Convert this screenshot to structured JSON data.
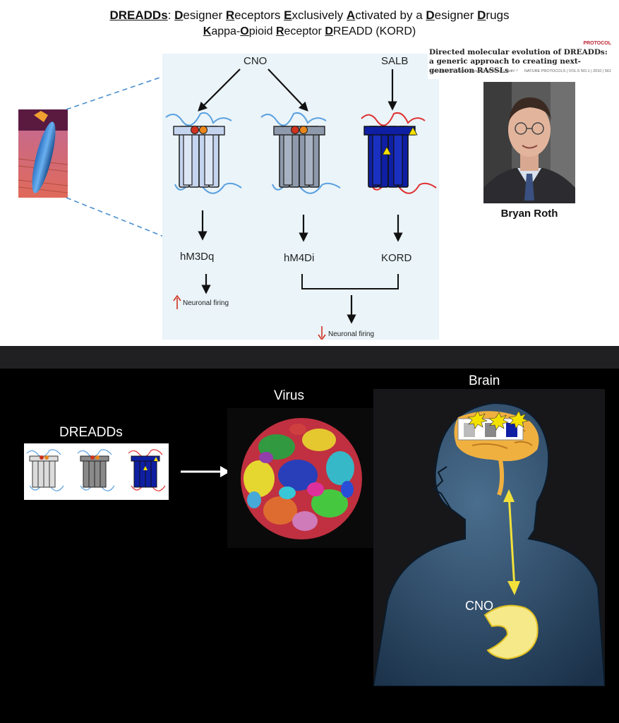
{
  "title": {
    "line1_parts": [
      {
        "text": "DREADDs",
        "style": "bu"
      },
      {
        "text": ": ",
        "style": "n"
      },
      {
        "text": "D",
        "style": "bu"
      },
      {
        "text": "esigner ",
        "style": "n"
      },
      {
        "text": "R",
        "style": "bu"
      },
      {
        "text": "eceptors ",
        "style": "n"
      },
      {
        "text": "E",
        "style": "bu"
      },
      {
        "text": "xclusively ",
        "style": "n"
      },
      {
        "text": "A",
        "style": "bu"
      },
      {
        "text": "ctivated by a ",
        "style": "n"
      },
      {
        "text": "D",
        "style": "bu"
      },
      {
        "text": "esigner ",
        "style": "n"
      },
      {
        "text": "D",
        "style": "bu"
      },
      {
        "text": "rugs",
        "style": "n"
      }
    ],
    "line2_parts": [
      {
        "text": "K",
        "style": "bu"
      },
      {
        "text": "appa-",
        "style": "n"
      },
      {
        "text": "O",
        "style": "bu"
      },
      {
        "text": "pioid ",
        "style": "n"
      },
      {
        "text": "R",
        "style": "bu"
      },
      {
        "text": "eceptor ",
        "style": "n"
      },
      {
        "text": "D",
        "style": "bu"
      },
      {
        "text": "READD (KORD)",
        "style": "n"
      }
    ]
  },
  "diagram": {
    "ligand_cno": "CNO",
    "ligand_salb": "SALB",
    "receptor_hm3dq": "hM3Dq",
    "receptor_hm4di": "hM4Di",
    "receptor_kord": "KORD",
    "effect_increase": "Neuronal firing",
    "effect_decrease": "Neuronal firing"
  },
  "paper": {
    "tag": "PROTOCOL",
    "title": "Directed molecular evolution of DREADDs: a generic approach to creating next-generation RASSLs",
    "authors": "Shuyun Dong¹, Sarah C Rogan¹·² & Bryan L Roth¹·²",
    "journal": "NATURE PROTOCOLS | VOL.5 NO.1 | 2010 | 561"
  },
  "person": {
    "name": "Bryan Roth"
  },
  "bottom": {
    "dreadds_label": "DREADDs",
    "virus_label": "Virus",
    "brain_label": "Brain",
    "cno_label": "CNO"
  },
  "colors": {
    "hm3dq_fill": "#c5d4ee",
    "hm4di_fill": "#8e9aac",
    "kord_fill": "#0e1fa3",
    "ligand_red": "#d0321e",
    "ligand_orange": "#e8861c",
    "ligand_yellow": "#f5e100",
    "loop_blue": "#5aa0e0",
    "loop_red": "#e03030",
    "arrow_up": "#d0321e",
    "arrow_down": "#d0321e",
    "path_yellow": "#f2e13a",
    "brain_orange": "#f0b040"
  }
}
